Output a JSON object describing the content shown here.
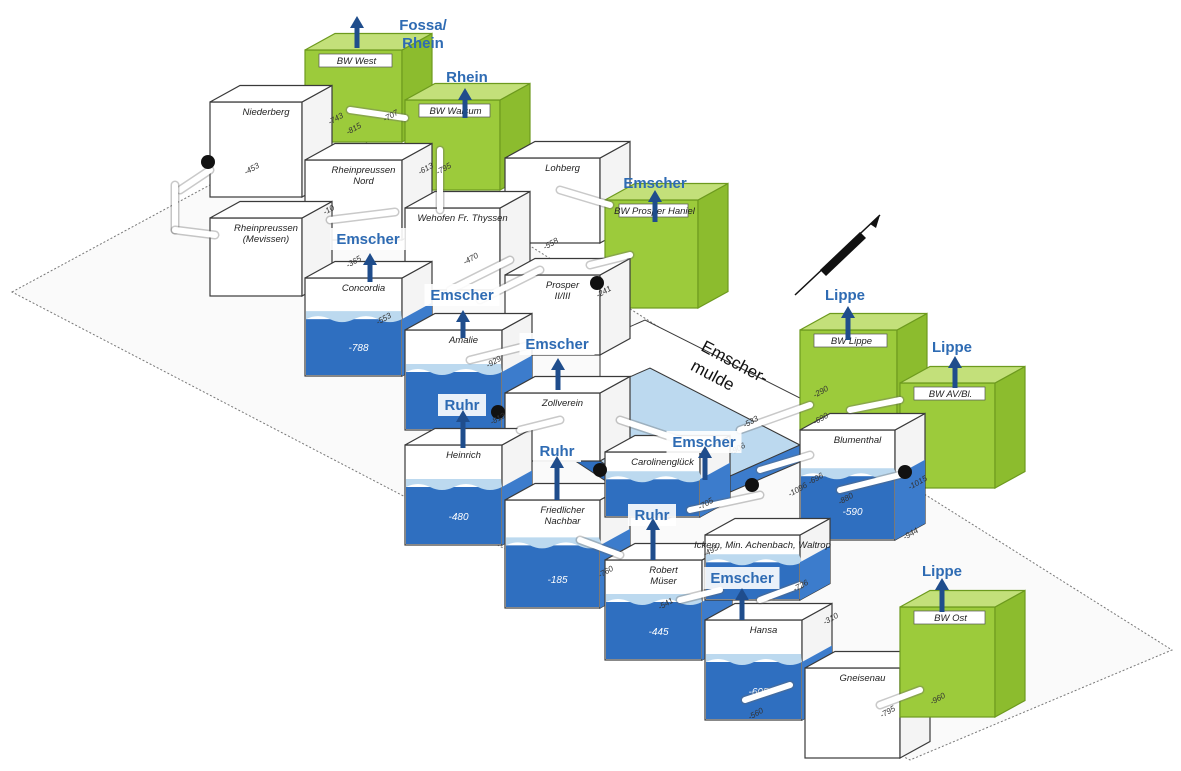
{
  "colors": {
    "green_face": "#9ccb3b",
    "green_top": "#c3e07a",
    "green_edge": "#6d9a1e",
    "water_dark": "#2f6fc0",
    "water_light": "#bcd9ef",
    "arrow": "#1f4d8c",
    "label_blue": "#2e6bb3",
    "line": "#3a3a3a",
    "ground": "#fafafa"
  },
  "boxes": [
    {
      "id": "bw-west",
      "name": "BW West",
      "type": "green"
    },
    {
      "id": "niederberg",
      "name": "Niederberg",
      "type": "white"
    },
    {
      "id": "bw-walsum",
      "name": "BW Walsum",
      "type": "green"
    },
    {
      "id": "rheinpreussen-nord",
      "name": "Rheinpreussen Nord",
      "type": "white"
    },
    {
      "id": "rheinpreussen-mevissen",
      "name": "Rheinpreussen (Mevissen)",
      "type": "white"
    },
    {
      "id": "lohberg",
      "name": "Lohberg",
      "type": "white"
    },
    {
      "id": "wehofen",
      "name": "Wehofen Fr. Thyssen",
      "type": "white"
    },
    {
      "id": "bw-prosper-haniel",
      "name": "BW Prosper Haniel",
      "type": "green"
    },
    {
      "id": "concordia",
      "name": "Concordia",
      "type": "water",
      "level": "-788"
    },
    {
      "id": "prosper-ii-iii",
      "name": "Prosper II/III",
      "type": "white"
    },
    {
      "id": "amalie",
      "name": "Amalie",
      "type": "water"
    },
    {
      "id": "zollverein",
      "name": "Zollverein",
      "type": "white"
    },
    {
      "id": "bw-lippe",
      "name": "BW Lippe",
      "type": "green"
    },
    {
      "id": "bw-av-bl",
      "name": "BW AV/Bl.",
      "type": "green"
    },
    {
      "id": "heinrich",
      "name": "Heinrich",
      "type": "water",
      "level": "-480"
    },
    {
      "id": "friedlicher-nachbar",
      "name": "Friedlicher Nachbar",
      "type": "water",
      "level": "-185"
    },
    {
      "id": "carolinenglueck",
      "name": "Carolinenglück",
      "type": "water"
    },
    {
      "id": "blumenthal",
      "name": "Blumenthal",
      "type": "water",
      "level": "-590"
    },
    {
      "id": "robert-mueser",
      "name": "Robert Müser",
      "type": "water",
      "level": "-445"
    },
    {
      "id": "ickern-achenbach",
      "name": "Ickern, Min. Achenbach, Waltrop",
      "type": "water"
    },
    {
      "id": "hansa",
      "name": "Hansa",
      "type": "water",
      "level": "-605"
    },
    {
      "id": "gneisenau",
      "name": "Gneisenau",
      "type": "white"
    },
    {
      "id": "bw-ost",
      "name": "BW Ost",
      "type": "green"
    }
  ],
  "depth_labels": [
    "-743",
    "-815",
    "-707",
    "-613",
    "-795",
    "-453",
    "-10",
    "-470",
    "-365",
    "-558",
    "-241",
    "-553",
    "-929",
    "-813",
    "-906",
    "-533",
    "-290",
    "-690",
    "-705",
    "-1096",
    "-696",
    "-880",
    "-1015",
    "-944",
    "-760",
    "-495",
    "-541",
    "-726",
    "-310",
    "-560",
    "-795",
    "-960"
  ],
  "rivers": [
    {
      "label": "Fossa/\nRhein"
    },
    {
      "label": "Rhein"
    },
    {
      "label": "Emscher"
    },
    {
      "label": "Emscher"
    },
    {
      "label": "Emscher"
    },
    {
      "label": "Emscher"
    },
    {
      "label": "Emscher"
    },
    {
      "label": "Emscher"
    },
    {
      "label": "Ruhr"
    },
    {
      "label": "Ruhr"
    },
    {
      "label": "Ruhr"
    },
    {
      "label": "Lippe"
    },
    {
      "label": "Lippe"
    },
    {
      "label": "Lippe"
    }
  ],
  "basin_label": "Emscher-\nmulde",
  "compass_icon": "north-arrow-icon"
}
